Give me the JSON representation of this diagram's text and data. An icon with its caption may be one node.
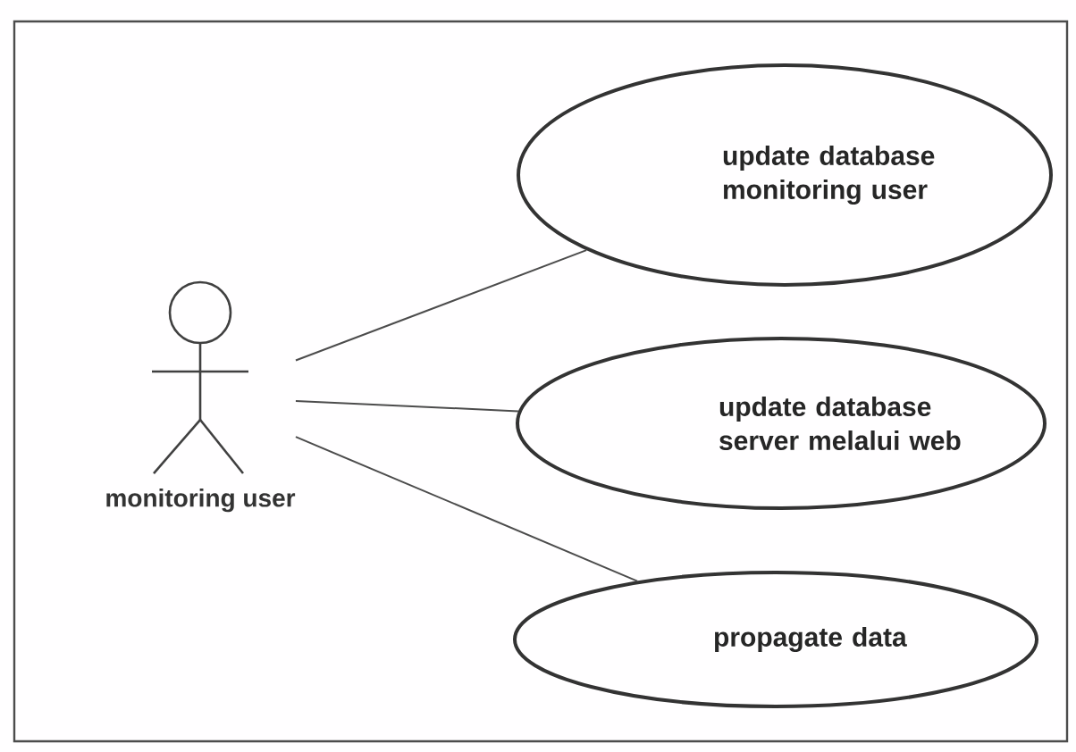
{
  "diagram": {
    "nodes": [
      {
        "text": [
          "monitoring user"
        ]
      },
      {
        "text": [
          "update database monitoring user"
        ]
      },
      {
        "text": [
          "update database server melalui web"
        ]
      },
      {
        "text": [
          "propagate data"
        ]
      }
    ],
    "edges": [
      {
        "from": 0,
        "to": 1,
        "arrow": "none"
      },
      {
        "from": 0,
        "to": 2,
        "arrow": "none"
      },
      {
        "from": 0,
        "to": 3,
        "arrow": "none"
      }
    ]
  }
}
